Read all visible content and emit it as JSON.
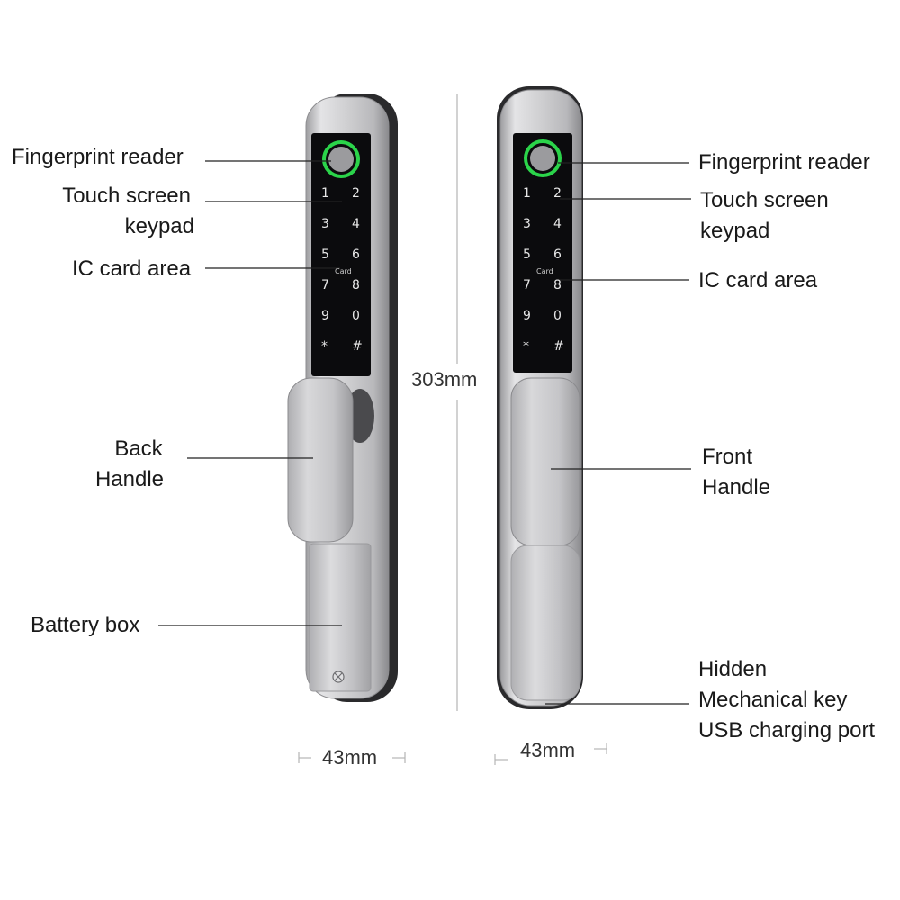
{
  "labels": {
    "left": {
      "fingerprint": "Fingerprint reader",
      "touch_line1": "Touch screen",
      "touch_line2": "keypad",
      "ic_card": "IC card area",
      "back_line1": "Back",
      "back_line2": "Handle",
      "battery": "Battery box"
    },
    "right": {
      "fingerprint": "Fingerprint reader",
      "touch_line1": "Touch screen",
      "touch_line2": "keypad",
      "ic_card": "IC card area",
      "front_line1": "Front",
      "front_line2": "Handle",
      "hidden_line1": "Hidden",
      "hidden_line2": "Mechanical key",
      "hidden_line3": "USB charging port"
    }
  },
  "dimensions": {
    "height": "303mm",
    "width_back": "43mm",
    "width_front": "43mm"
  },
  "keypad": {
    "keys": [
      "1",
      "2",
      "3",
      "4",
      "5",
      "6",
      "7",
      "8",
      "9",
      "0",
      "*",
      "#"
    ],
    "card_text": "Card"
  },
  "colors": {
    "fingerprint_ring": "#2bd44a",
    "body_silver": "#c9c9cb",
    "panel": "#0b0b0d"
  }
}
